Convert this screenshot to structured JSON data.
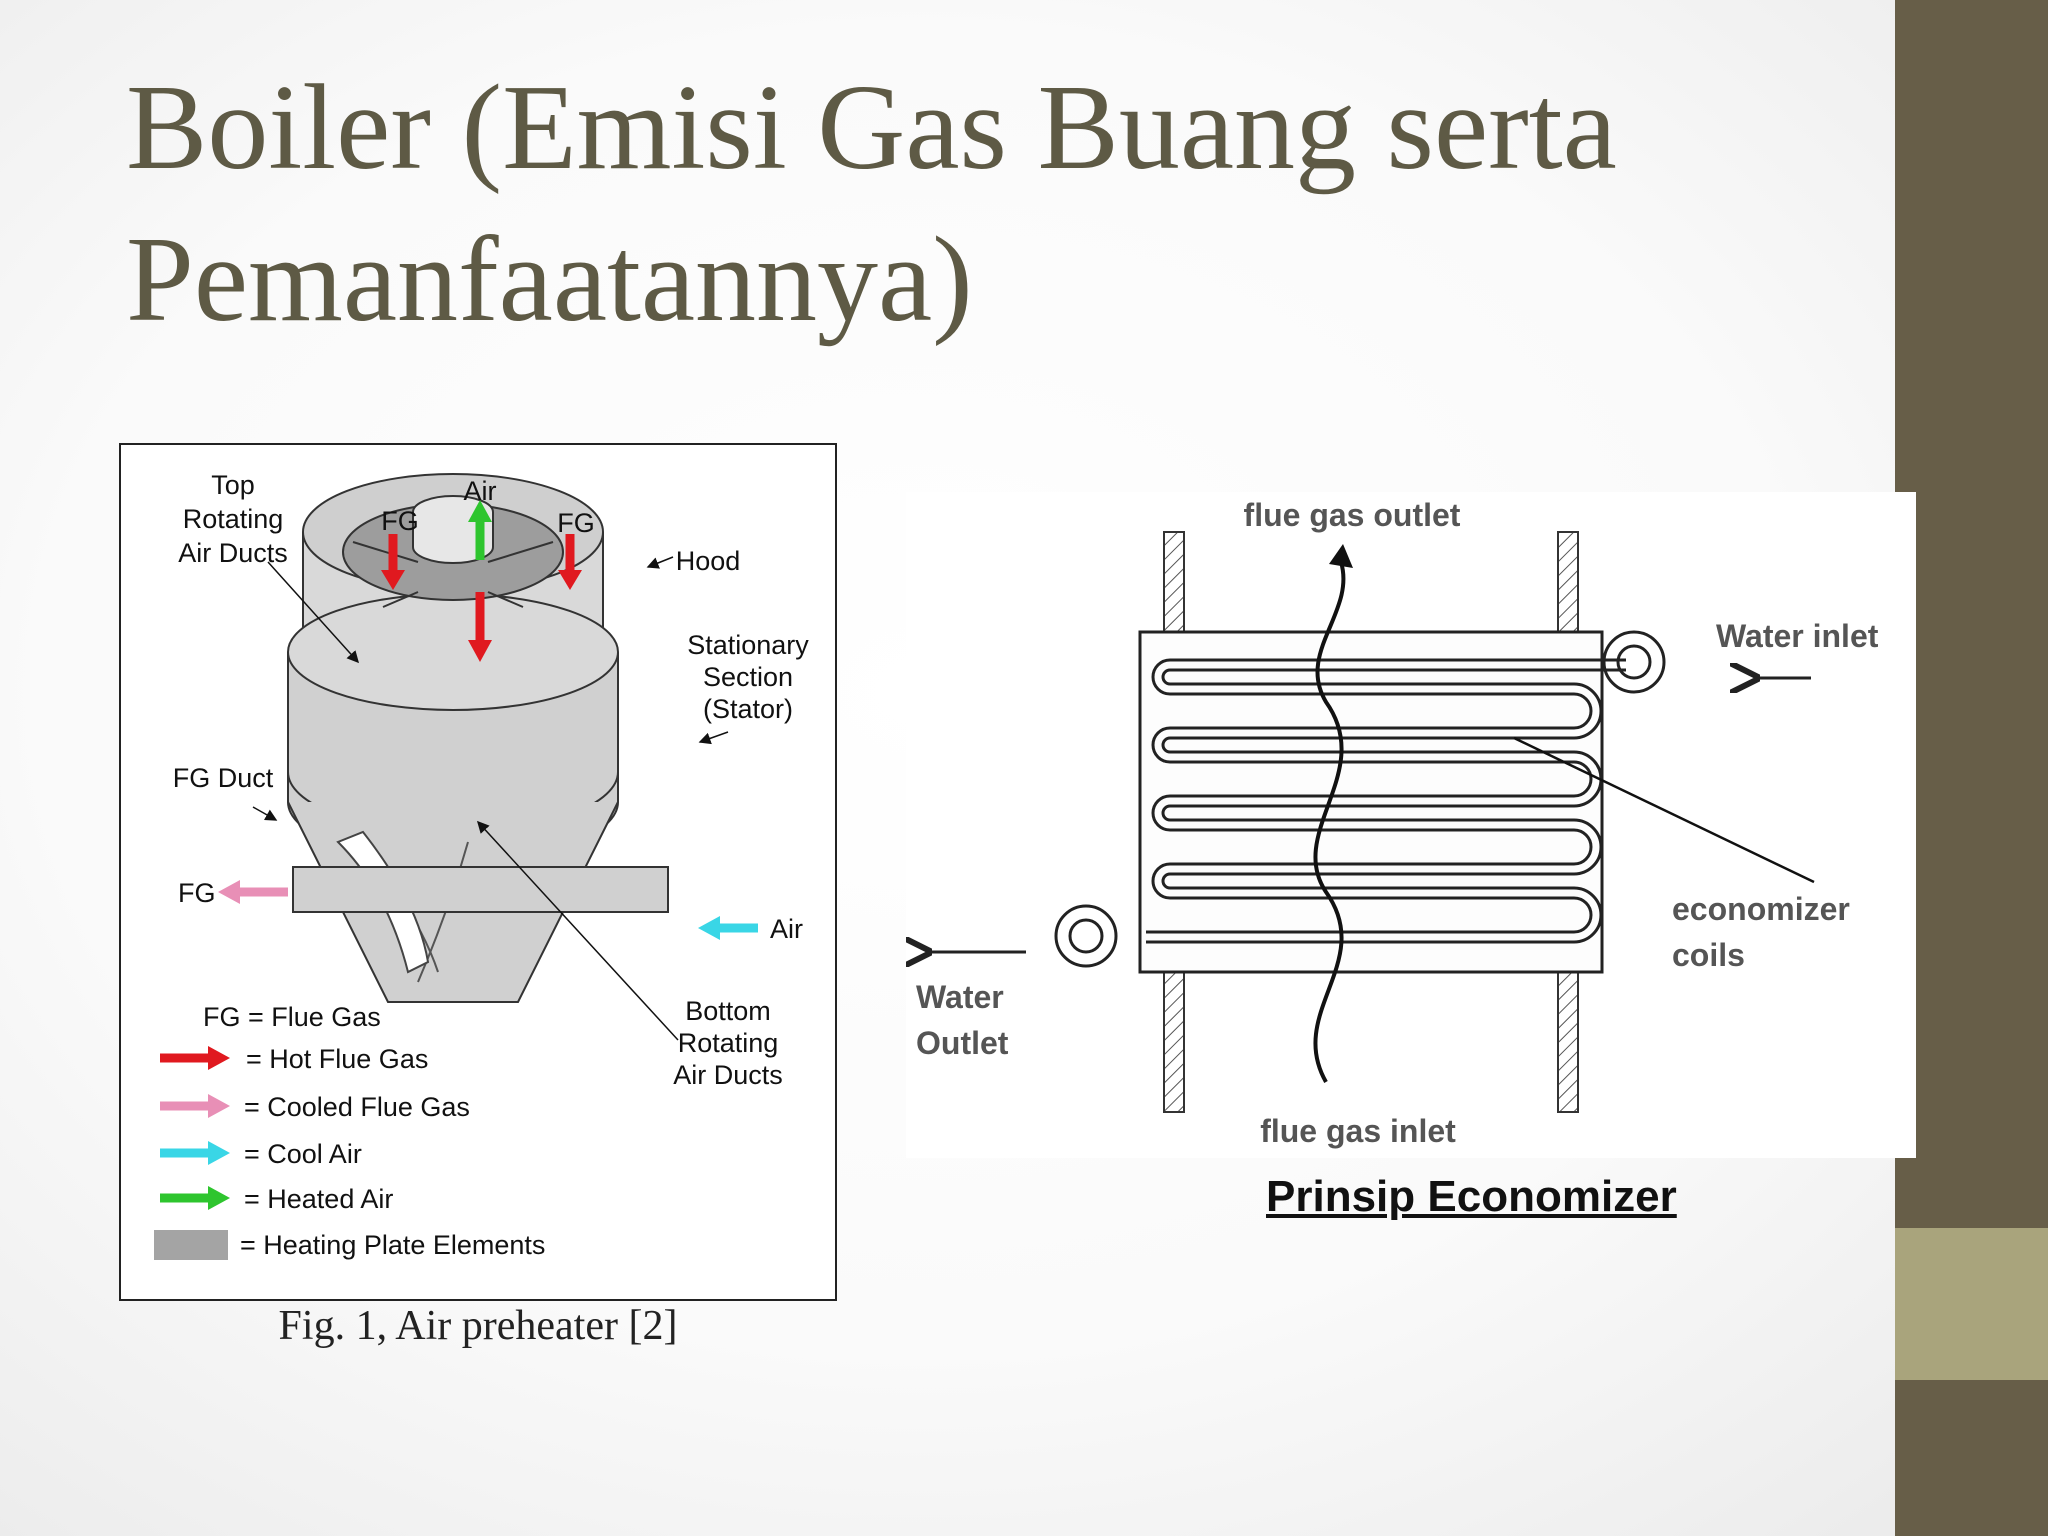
{
  "slide": {
    "title": "Boiler (Emisi Gas Buang serta Pemanfaatannya)",
    "accent_colors": {
      "sidebar": "#675e48",
      "sidebar_band": "#a9a47c",
      "title": "#5e5a45"
    }
  },
  "air_preheater": {
    "labels": {
      "top_rotating": [
        "Top",
        "Rotating",
        "Air Ducts"
      ],
      "fg_left": "FG",
      "air_top": "Air",
      "fg_right": "FG",
      "hood": "Hood",
      "stationary": [
        "Stationary",
        "Section",
        "(Stator)"
      ],
      "fg_duct": "FG Duct",
      "fg_out": "FG",
      "air_in": "Air",
      "bottom_rotating": [
        "Bottom",
        "Rotating",
        "Air Ducts"
      ]
    },
    "legend": {
      "fg_def": "FG = Flue Gas",
      "items": [
        {
          "icon": "red-arrow-icon",
          "color": "#e0191f",
          "label": "= Hot Flue Gas"
        },
        {
          "icon": "pink-arrow-icon",
          "color": "#e88fb6",
          "label": "= Cooled Flue Gas"
        },
        {
          "icon": "cyan-arrow-icon",
          "color": "#39d6e6",
          "label": "= Cool Air"
        },
        {
          "icon": "green-arrow-icon",
          "color": "#2ec52e",
          "label": "= Heated Air"
        },
        {
          "icon": "gray-swatch-icon",
          "color": "#a4a4a4",
          "label": "= Heating Plate Elements"
        }
      ]
    },
    "caption": "Fig. 1, Air preheater [2]"
  },
  "economizer": {
    "labels": {
      "outlet": "flue gas outlet",
      "water_inlet": "Water inlet",
      "economizer_coils": [
        "economizer",
        "coils"
      ],
      "water_outlet": [
        "Water",
        "Outlet"
      ],
      "inlet": "flue gas inlet"
    },
    "caption": "Prinsip Economizer"
  }
}
